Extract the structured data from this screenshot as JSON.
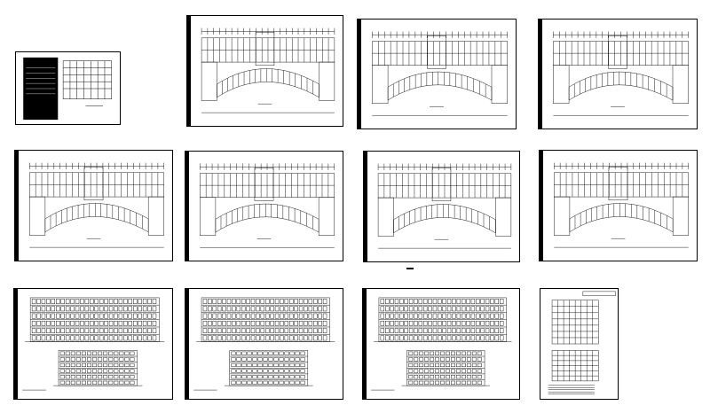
{
  "sheets": [
    {
      "id": "cover",
      "kind": "cover",
      "caption": "",
      "stamp": ""
    },
    {
      "id": "plan-1",
      "kind": "plan",
      "caption": "",
      "stamp": ""
    },
    {
      "id": "plan-2",
      "kind": "plan",
      "caption": "",
      "stamp": ""
    },
    {
      "id": "plan-3",
      "kind": "plan",
      "caption": "",
      "stamp": ""
    },
    {
      "id": "plan-4",
      "kind": "plan",
      "caption": "",
      "stamp": ""
    },
    {
      "id": "plan-5",
      "kind": "plan-alt",
      "caption": "",
      "stamp": ""
    },
    {
      "id": "plan-6",
      "kind": "plan-detail",
      "caption": "",
      "stamp": ""
    },
    {
      "id": "plan-7",
      "kind": "plan",
      "caption": "",
      "stamp": ""
    },
    {
      "id": "elev-1",
      "kind": "elevation",
      "caption": "",
      "stamp": ""
    },
    {
      "id": "elev-2",
      "kind": "elevation",
      "caption": "",
      "stamp": ""
    },
    {
      "id": "elev-3",
      "kind": "elevation",
      "caption": "",
      "stamp": ""
    },
    {
      "id": "elev-4",
      "kind": "elevation-tall",
      "caption": "",
      "stamp": ""
    }
  ],
  "colors": {
    "line": "#000000",
    "paper": "#ffffff"
  }
}
